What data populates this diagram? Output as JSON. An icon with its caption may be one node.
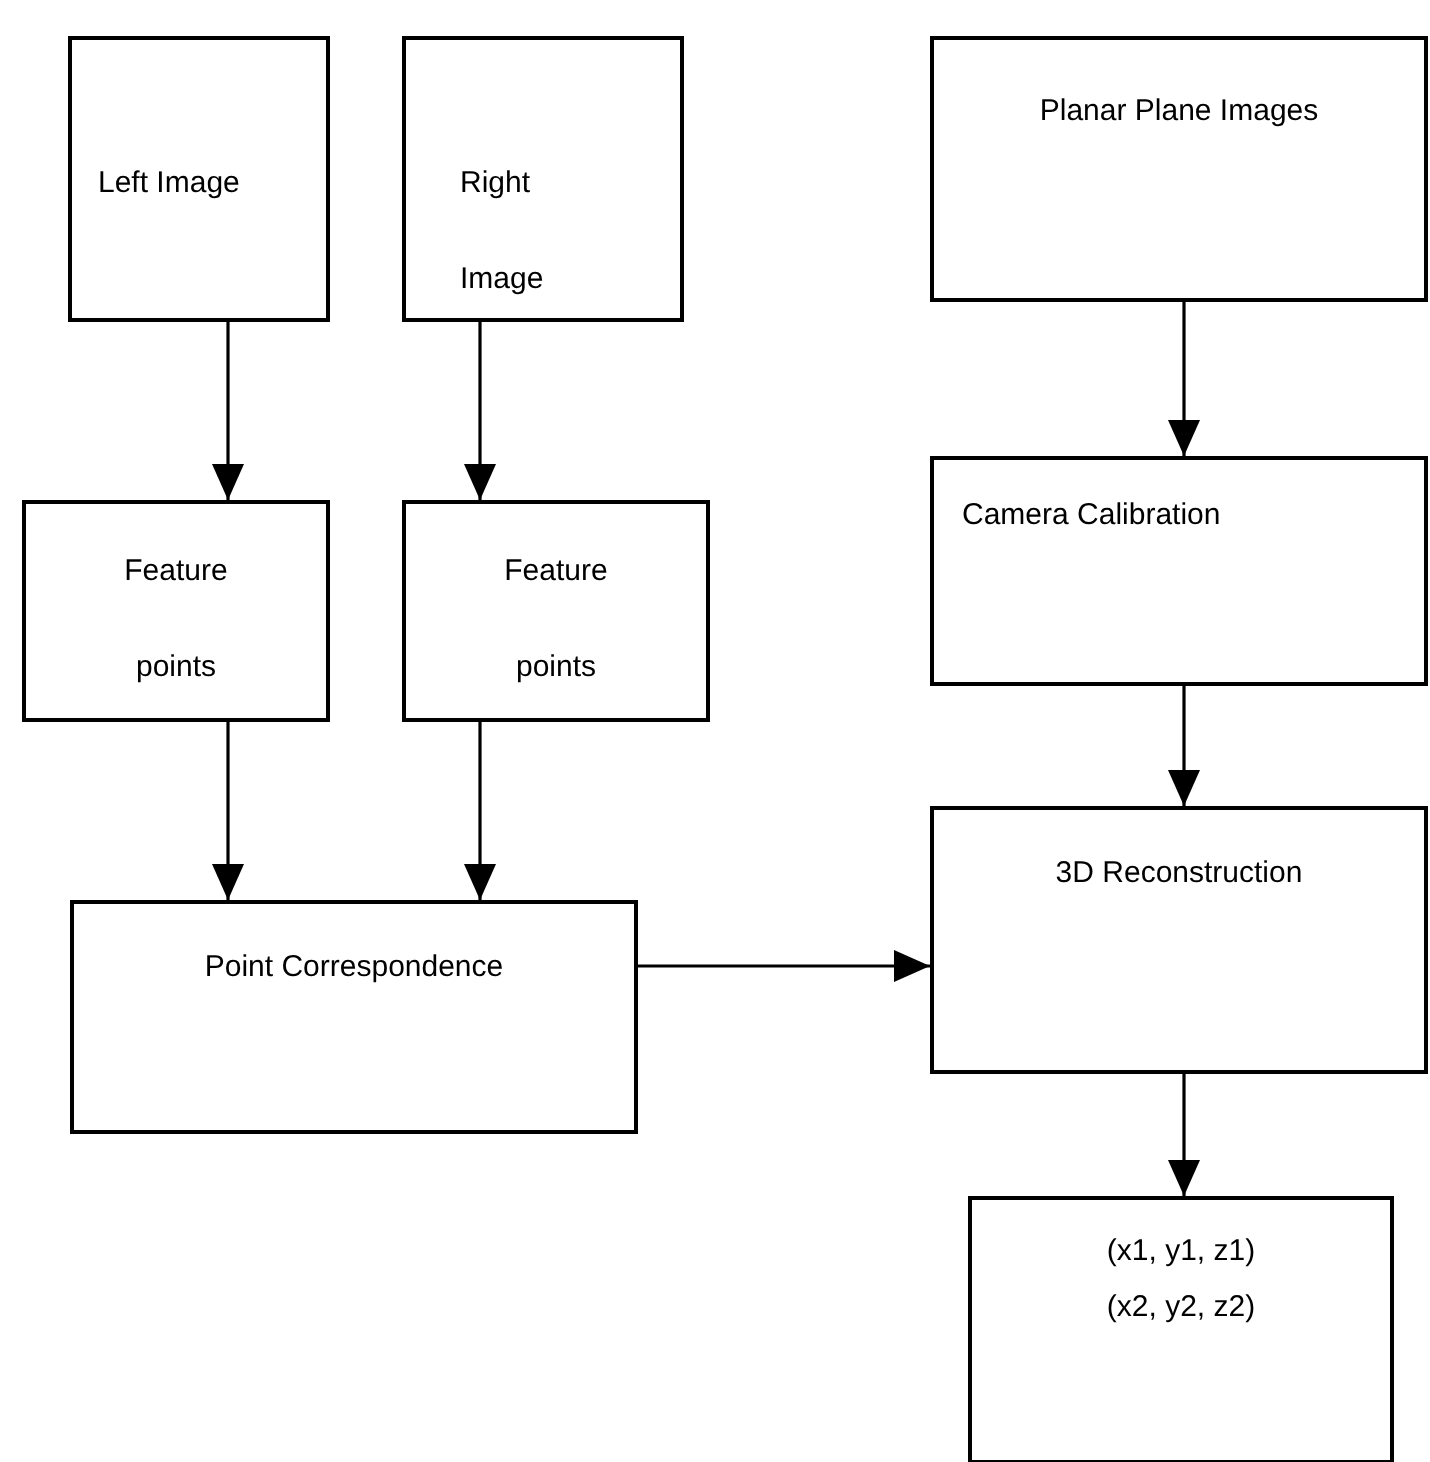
{
  "diagram": {
    "nodes": [
      {
        "text": [
          "Left Image"
        ]
      },
      {
        "text": [
          "Right Image"
        ]
      },
      {
        "text": [
          "Planar Plane Images"
        ]
      },
      {
        "text": [
          "Feature points"
        ]
      },
      {
        "text": [
          "Feature points"
        ]
      },
      {
        "text": [
          "Camera Calibration"
        ]
      },
      {
        "text": [
          "Point Correspondence"
        ]
      },
      {
        "text": [
          "3D Reconstruction"
        ]
      },
      {
        "text": [
          "(x1, y1, z1)",
          "(x2, y2, z2)"
        ]
      }
    ],
    "edges": [
      {
        "from": 0,
        "to": 3,
        "arrow": "to"
      },
      {
        "from": 1,
        "to": 4,
        "arrow": "to"
      },
      {
        "from": 2,
        "to": 5,
        "arrow": "to"
      },
      {
        "from": 3,
        "to": 6,
        "arrow": "to"
      },
      {
        "from": 4,
        "to": 6,
        "arrow": "to"
      },
      {
        "from": 5,
        "to": 7,
        "arrow": "to"
      },
      {
        "from": 6,
        "to": 7,
        "arrow": "to"
      },
      {
        "from": 7,
        "to": 8,
        "arrow": "to"
      }
    ]
  }
}
